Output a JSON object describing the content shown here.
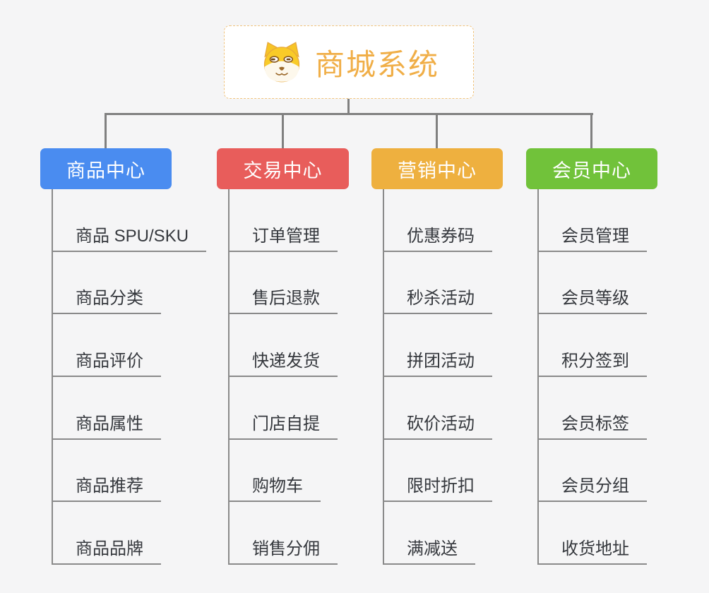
{
  "root": {
    "title": "商城系统",
    "icon": "shiba-dog-icon"
  },
  "branches": [
    {
      "label": "商品中心",
      "color": "#4a8cf0",
      "children": [
        "商品 SPU/SKU",
        "商品分类",
        "商品评价",
        "商品属性",
        "商品推荐",
        "商品品牌"
      ]
    },
    {
      "label": "交易中心",
      "color": "#e85d5b",
      "children": [
        "订单管理",
        "售后退款",
        "快递发货",
        "门店自提",
        "购物车",
        "销售分佣"
      ]
    },
    {
      "label": "营销中心",
      "color": "#eeb03f",
      "children": [
        "优惠券码",
        "秒杀活动",
        "拼团活动",
        "砍价活动",
        "限时折扣",
        "满减送"
      ]
    },
    {
      "label": "会员中心",
      "color": "#71c23a",
      "children": [
        "会员管理",
        "会员等级",
        "积分签到",
        "会员标签",
        "会员分组",
        "收货地址"
      ]
    }
  ],
  "colors": {
    "page_background": "#f5f5f6",
    "connector_line": "#808080",
    "leaf_underline": "#8a8a8a",
    "root_title_text": "#f0ae47",
    "root_border": "#f0c37d",
    "branch_text": "#ffffff",
    "leaf_text": "#35383d"
  }
}
